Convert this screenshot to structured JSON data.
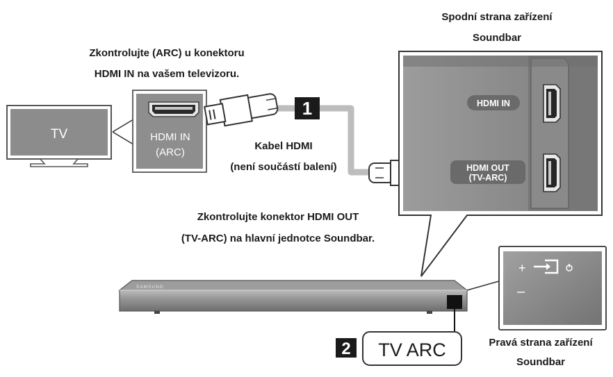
{
  "labels": {
    "bottom_side_title": "Spodní strana zařízení Soundbar",
    "bottom_side_line1": "Spodní strana zařízení",
    "bottom_side_line2": "Soundbar",
    "check_tv_line1": "Zkontrolujte (ARC) u konektoru",
    "check_tv_line2": "HDMI IN na vašem televizoru.",
    "tv": "TV",
    "tv_port_line1": "HDMI IN",
    "tv_port_line2": "(ARC)",
    "cable_line1": "Kabel HDMI",
    "cable_line2": "(není součástí balení)",
    "step1": "1",
    "step2": "2",
    "soundbar_port_in": "HDMI IN",
    "soundbar_port_out_line1": "HDMI OUT",
    "soundbar_port_out_line2": "(TV-ARC)",
    "check_sb_line1": "Zkontrolujte konektor HDMI OUT",
    "check_sb_line2": "(TV-ARC) na hlavní jednotce Soundbar.",
    "brand": "SAMSUNG",
    "tv_arc": "TV ARC",
    "right_side_line1": "Pravá strana zařízení",
    "right_side_line2": "Soundbar",
    "plus": "+",
    "minus": "–",
    "source_icon": "source-input-icon",
    "power_icon": "power-icon"
  },
  "colors": {
    "panel_gray": "#8e8e8e",
    "dark_gray": "#555555",
    "cable_gray": "#b9b9b9",
    "step_black": "#1a1a1a"
  }
}
